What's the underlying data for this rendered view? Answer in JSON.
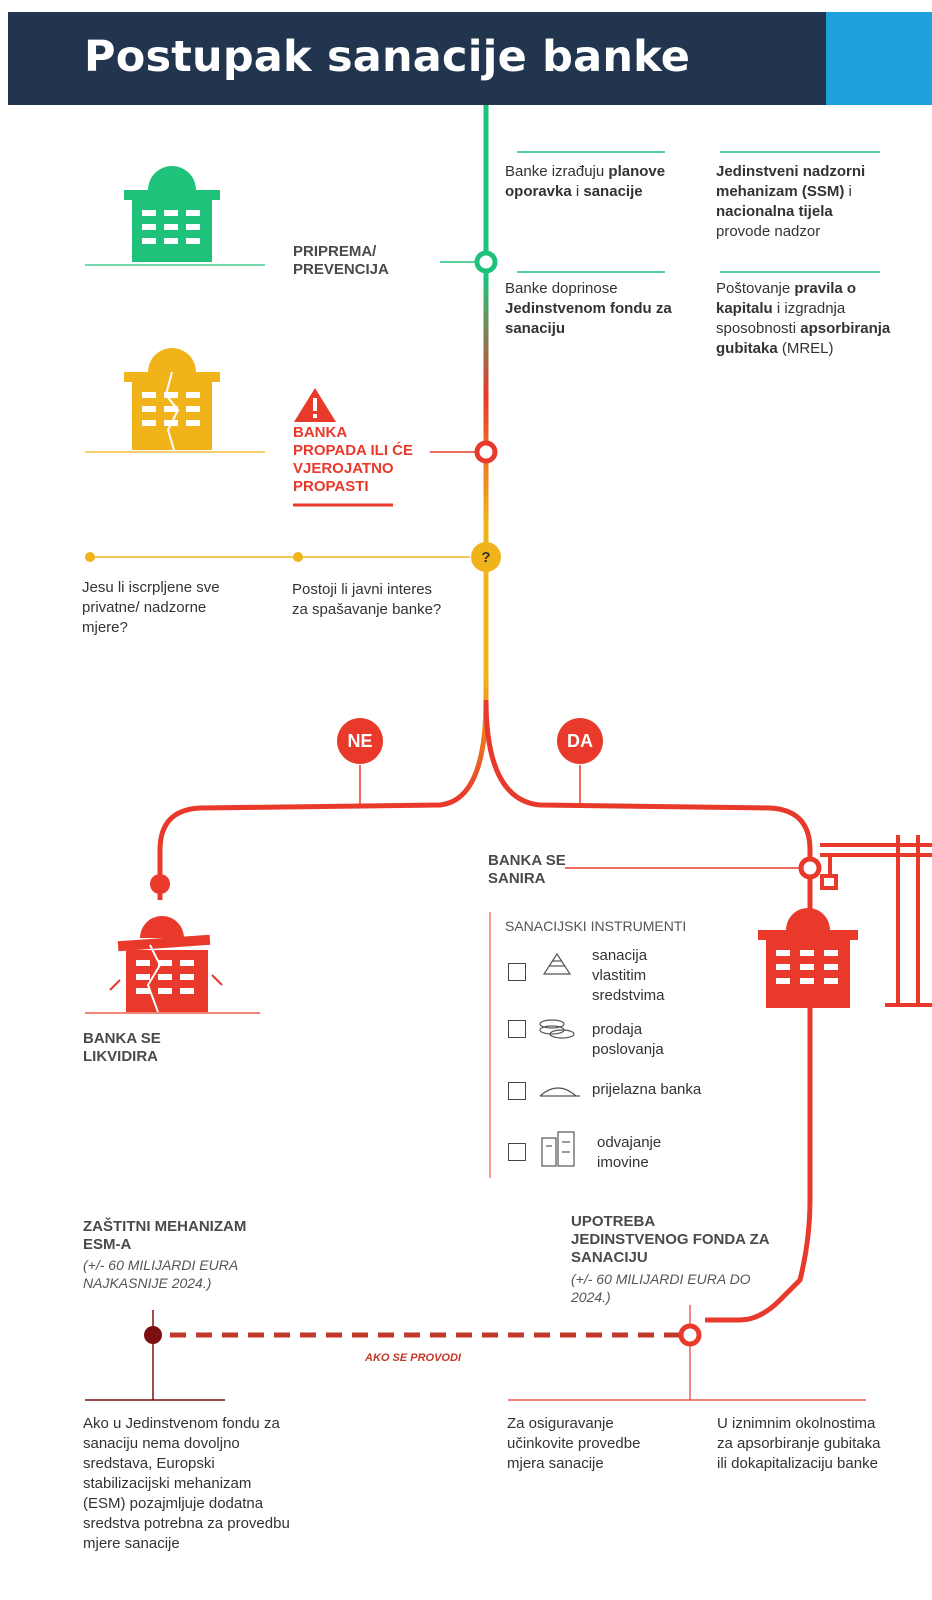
{
  "title": "Postupak sanacije banke",
  "stage1": {
    "label": "PRIPREMA/\nPREVENCIJA",
    "col1_top": {
      "pre": "Banke izrađuju ",
      "bold": "planove oporavka",
      "mid": " i ",
      "bold2": "sanacije"
    },
    "col1_bottom": {
      "pre": "Banke doprinose ",
      "bold": "Jedinstvenom fondu za sanaciju"
    },
    "col2_top": {
      "bold": "Jedinstveni nadzorni mehanizam (SSM)",
      "mid": " i ",
      "bold2": "nacionalna tijela",
      "post": " provode nadzor"
    },
    "col2_bottom": {
      "pre": "Poštovanje ",
      "bold": "pravila o kapitalu",
      "mid": " i izgradnja sposobnosti ",
      "bold2": "apsorbiranja gubitaka",
      "post": " (MREL)"
    }
  },
  "stage2": {
    "label": "BANKA\nPROPADA ILI ĆE\nVJEROJATNO\nPROPASTI"
  },
  "questions": {
    "q_mark": "?",
    "q1": "Jesu li iscrpljene sve privatne/ nadzorne mjere?",
    "q2": "Postoji li javni interes za spašavanje banke?"
  },
  "branches": {
    "no": "NE",
    "yes": "DA"
  },
  "liquidation": {
    "label": "BANKA SE\nLIKVIDIRA"
  },
  "resolution": {
    "label": "BANKA SE\nSANIRA",
    "instruments_title": "SANACIJSKI INSTRUMENTI",
    "instruments": [
      {
        "label": "sanacija vlastitim sredstvima",
        "icon": "pyramid-icon"
      },
      {
        "label": "prodaja poslovanja",
        "icon": "coins-icon"
      },
      {
        "label": "prijelazna banka",
        "icon": "bridge-icon"
      },
      {
        "label": "odvajanje imovine",
        "icon": "buildings-icon"
      }
    ]
  },
  "esm": {
    "title": "ZAŠTITNI MEHANIZAM\nESM-A",
    "sub": "(+/- 60 MILIJARDI EURA\nNAJKASNIJE 2024.)",
    "text": "Ako u Jedinstvenom fondu za sanaciju nema dovoljno sredstava, Europski stabilizacijski mehanizam (ESM) pozajmljuje dodatna sredstva potrebna za provedbu mjere sanacije"
  },
  "srf": {
    "title": "UPOTREBA\nJEDINSTVENOG FONDA ZA\nSANACIJU",
    "sub": "(+/- 60 MILIJARDI EURA DO\n2024.)",
    "text1": "Za osiguravanje učinkovite provedbe mjera sanacije",
    "text2": "U iznimnim okolnostima za apsorbiranje gubitaka ili dokapitalizaciju banke"
  },
  "dashed_label": "AKO SE PROVODI",
  "colors": {
    "navy": "#22354f",
    "blue": "#1ea0dc",
    "green": "#1ec27a",
    "yellow": "#f0b41a",
    "red": "#e8392b",
    "darkred": "#7a1010"
  }
}
